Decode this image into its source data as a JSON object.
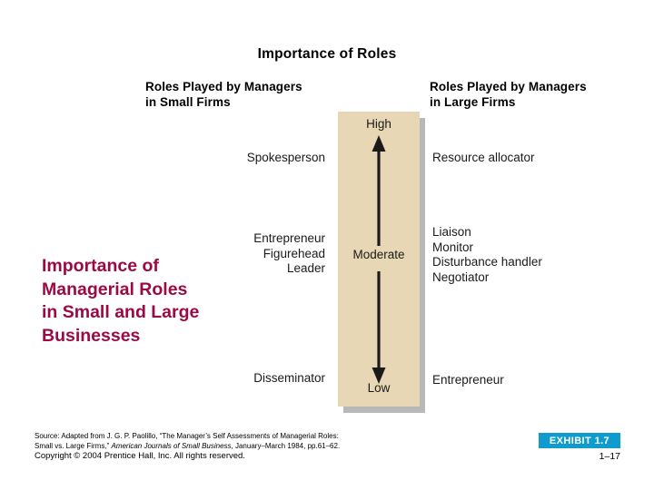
{
  "slide": {
    "heading": "Importance of\nManagerial Roles\nin Small and Large\nBusinesses",
    "heading_color": "#9b0a46",
    "background": "#ffffff"
  },
  "exhibit": {
    "title": "Importance of Roles",
    "panel_color": "#e8d7b4",
    "shadow_color": "#b8b8b8",
    "columns": {
      "left_header": "Roles Played by Managers\nin Small Firms",
      "right_header": "Roles Played by Managers\nin Large Firms"
    },
    "scale": {
      "high_label": "High",
      "moderate_label": "Moderate",
      "low_label": "Low",
      "arrow": "double-headed-vertical-arrow"
    },
    "small_firm_roles": {
      "high": [
        "Spokesperson"
      ],
      "moderate": [
        "Entrepreneur",
        "Figurehead",
        "Leader"
      ],
      "low": [
        "Disseminator"
      ]
    },
    "large_firm_roles": {
      "high": [
        "Resource allocator"
      ],
      "moderate": [
        "Liaison",
        "Monitor",
        "Disturbance handler",
        "Negotiator"
      ],
      "low": [
        "Entrepreneur"
      ]
    }
  },
  "footer": {
    "source_line1": "Source: Adapted from J. G. P. Paolillo, “The Manager’s Self Assessments of Managerial Roles:",
    "source_line2_pre": "Small vs. Large Firms,” ",
    "source_line2_italic": "American Journals of Small Business",
    "source_line2_post": ", January–March 1984, pp.61–62.",
    "copyright": "Copyright © 2004 Prentice Hall, Inc. All rights reserved.",
    "exhibit_badge": "EXHIBIT 1.7",
    "badge_color": "#109bce",
    "page_number": "1–17"
  }
}
